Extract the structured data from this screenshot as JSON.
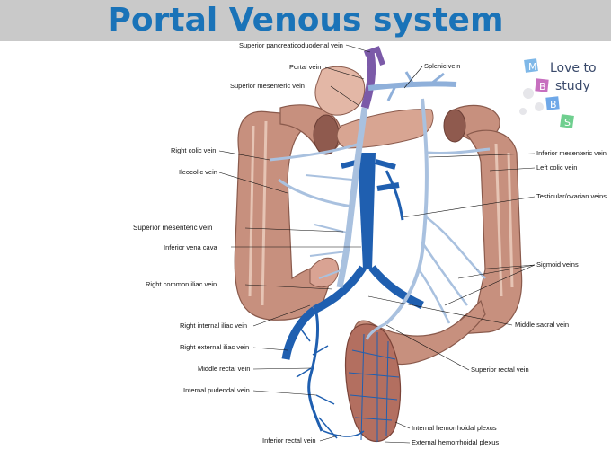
{
  "title": "Portal Venous system",
  "logo": {
    "line1": "Love to",
    "line2": "study",
    "letters": [
      "M",
      "B",
      "B",
      "S"
    ]
  },
  "labels": {
    "superior_pancreaticoduodenal_vein": "Superior pancreaticoduodenal vein",
    "portal_vein": "Portal vein",
    "splenic_vein": "Splenic vein",
    "superior_mesenteric_vein_top": "Superior mesenteric vein",
    "right_colic_vein": "Right colic vein",
    "ileocolic_vein": "Ileocolic vein",
    "superior_mesenteric_vein": "Superior mesenteric vein",
    "inferior_vena_cava": "Inferior vena cava",
    "right_common_iliac_vein": "Right common iliac vein",
    "right_internal_iliac_vein": "Right internal iliac vein",
    "right_external_iliac_vein": "Right external iliac vein",
    "middle_rectal_vein": "Middle rectal vein",
    "internal_pudendal_vein": "Internal pudendal vein",
    "inferior_rectal_vein": "Inferior rectal vein",
    "inferior_mesenteric_vein": "Inferior mesenteric vein",
    "left_colic_vein": "Left colic vein",
    "testicular_ovarian_veins": "Testicular/ovarian veins",
    "sigmoid_veins": "Sigmoid veins",
    "middle_sacral_vein": "Middle sacral vein",
    "superior_rectal_vein": "Superior rectal vein",
    "internal_hemorrhoidal_plexus": "Internal hemorrhoidal plexus",
    "external_hemorrhoidal_plexus": "External hemorrhoidal plexus"
  },
  "colors": {
    "title": "#1a73b8",
    "title_bar": "#c9c9c9",
    "vein_dark": "#1f5fb0",
    "vein_light": "#a9c1df",
    "colon": "#c7907e",
    "portal": "#7b5aa8"
  }
}
